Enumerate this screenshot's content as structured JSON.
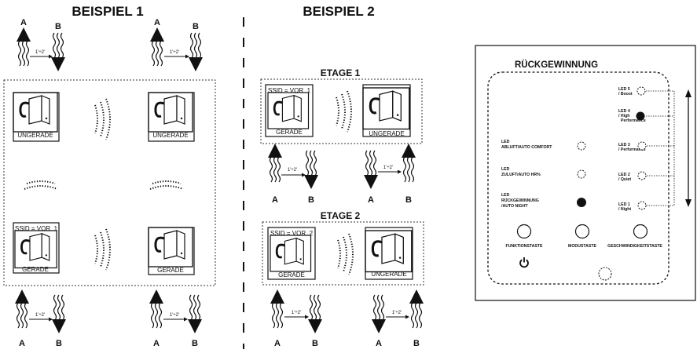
{
  "example1": {
    "title": "BEISPIEL 1",
    "interval": "1'÷2'",
    "label_a": "A",
    "label_b": "B",
    "units": [
      {
        "label": "UNGERADE",
        "ssid": ""
      },
      {
        "label": "UNGERADE",
        "ssid": ""
      },
      {
        "label": "GERADE",
        "ssid": "SSID = VOR_1"
      },
      {
        "label": "GERADE",
        "ssid": ""
      }
    ]
  },
  "example2": {
    "title": "BEISPIEL 2",
    "interval": "1'÷2'",
    "label_a": "A",
    "label_b": "B",
    "floors": [
      {
        "title": "ETAGE 1",
        "units": [
          {
            "label": "GERADE",
            "ssid": "SSID = VOR_1"
          },
          {
            "label": "UNGERADE",
            "ssid": ""
          }
        ]
      },
      {
        "title": "ETAGE 2",
        "units": [
          {
            "label": "GERADE",
            "ssid": "SSID = VOR_2"
          },
          {
            "label": "UNGERADE",
            "ssid": ""
          }
        ]
      }
    ]
  },
  "panel": {
    "title": "RÜCKGEWINNUNG",
    "mode_leds": [
      {
        "lines": [
          "LED",
          "ABLUFT/AUTO COMFORT"
        ],
        "state": "off"
      },
      {
        "lines": [
          "LED",
          "ZULUFT/AUTO HR%"
        ],
        "state": "off"
      },
      {
        "lines": [
          "LED",
          "RÜCKGEWINNUNG",
          "/AUTO NIGHT"
        ],
        "state": "on"
      }
    ],
    "speed_leds": [
      {
        "lines": [
          "LED 5",
          "/ Boost"
        ],
        "state": "off"
      },
      {
        "lines": [
          "LED 4",
          "/ High",
          "Performance"
        ],
        "state": "on"
      },
      {
        "lines": [
          "LED 3",
          "/ Performance"
        ],
        "state": "off"
      },
      {
        "lines": [
          "LED 2",
          "/ Quiet"
        ],
        "state": "off"
      },
      {
        "lines": [
          "LED 1",
          "/ Night"
        ],
        "state": "off"
      }
    ],
    "buttons": [
      "FUNKTIONSTASTE",
      "MODUSTASTE",
      "GESCHWINDIGKEITSTASTE"
    ],
    "power_icon": "power-icon"
  }
}
